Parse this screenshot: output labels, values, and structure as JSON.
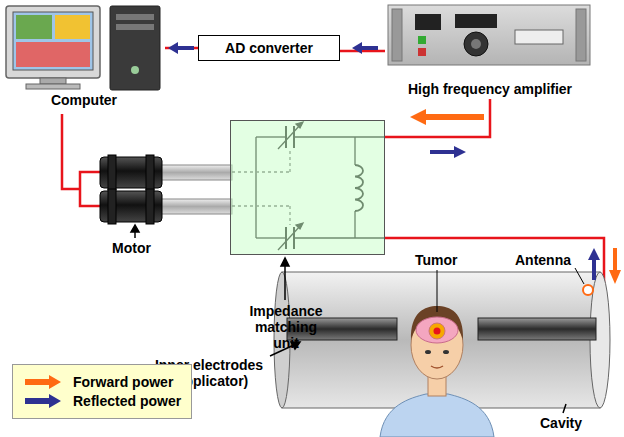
{
  "diagram": {
    "nodes": [
      {
        "text": [
          "Computer"
        ]
      },
      {
        "text": [
          "AD converter"
        ]
      },
      {
        "text": [
          "High frequency amplifier"
        ]
      },
      {
        "text": [
          "Impedance matching unit"
        ]
      }
    ],
    "edges": [
      {
        "from": 0,
        "to": 1,
        "arrow": "none"
      },
      {
        "from": 1,
        "to": 2,
        "arrow": "none"
      },
      {
        "from": 2,
        "to": 3,
        "arrow": "none"
      }
    ],
    "labels": [
      "Motor",
      "Tumor",
      "Antenna",
      "Inner electrodes (Applicator)",
      "Cavity"
    ],
    "legend": [
      {
        "text": "Forward power",
        "color": "#ff6a13"
      },
      {
        "text": "Reflected power",
        "color": "#2e3192"
      }
    ]
  }
}
